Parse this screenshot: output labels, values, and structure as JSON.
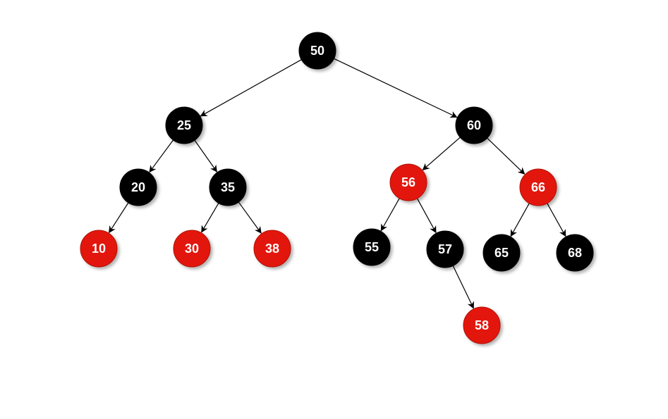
{
  "colors": {
    "black_node": "#000000",
    "red_node": "#e3170a",
    "red_node_border": "#b01005",
    "label": "#ffffff",
    "edge": "#000000"
  },
  "tree": {
    "nodes": [
      {
        "id": "n50",
        "label": "50",
        "color": "black"
      },
      {
        "id": "n25",
        "label": "25",
        "color": "black"
      },
      {
        "id": "n60",
        "label": "60",
        "color": "black"
      },
      {
        "id": "n20",
        "label": "20",
        "color": "black"
      },
      {
        "id": "n35",
        "label": "35",
        "color": "black"
      },
      {
        "id": "n56",
        "label": "56",
        "color": "red"
      },
      {
        "id": "n66",
        "label": "66",
        "color": "red"
      },
      {
        "id": "n10",
        "label": "10",
        "color": "red"
      },
      {
        "id": "n30",
        "label": "30",
        "color": "red"
      },
      {
        "id": "n38",
        "label": "38",
        "color": "red"
      },
      {
        "id": "n55",
        "label": "55",
        "color": "black"
      },
      {
        "id": "n57",
        "label": "57",
        "color": "black"
      },
      {
        "id": "n65",
        "label": "65",
        "color": "black"
      },
      {
        "id": "n68",
        "label": "68",
        "color": "black"
      },
      {
        "id": "n58",
        "label": "58",
        "color": "red"
      }
    ],
    "edges": [
      {
        "from": "n50",
        "to": "n25"
      },
      {
        "from": "n50",
        "to": "n60"
      },
      {
        "from": "n25",
        "to": "n20"
      },
      {
        "from": "n25",
        "to": "n35"
      },
      {
        "from": "n20",
        "to": "n10"
      },
      {
        "from": "n35",
        "to": "n30"
      },
      {
        "from": "n35",
        "to": "n38"
      },
      {
        "from": "n60",
        "to": "n56"
      },
      {
        "from": "n60",
        "to": "n66"
      },
      {
        "from": "n56",
        "to": "n55"
      },
      {
        "from": "n56",
        "to": "n57"
      },
      {
        "from": "n57",
        "to": "n58"
      },
      {
        "from": "n66",
        "to": "n65"
      },
      {
        "from": "n66",
        "to": "n68"
      }
    ]
  }
}
